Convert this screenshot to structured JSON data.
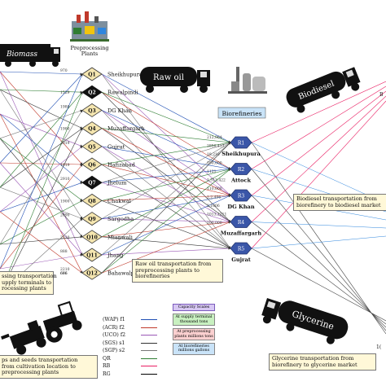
{
  "header": {
    "biomass_label": "Biomass",
    "preprocessing_label": "Preprocessing\nPlants",
    "raw_oil_label": "Raw oil",
    "biorefineries_label": "Biorefineries",
    "biodiesel_label": "Biodiesel",
    "glycerine_label": "Glycerine"
  },
  "preprocessing_nodes": [
    {
      "id": "Q1",
      "name": "Sheikhupura",
      "dark": false
    },
    {
      "id": "Q2",
      "name": "Rawalpindi",
      "dark": true
    },
    {
      "id": "Q3",
      "name": "DG Khan",
      "dark": false
    },
    {
      "id": "Q4",
      "name": "Muzaffargarh",
      "dark": false
    },
    {
      "id": "Q5",
      "name": "Gujrat",
      "dark": false
    },
    {
      "id": "Q6",
      "name": "Hafizabad",
      "dark": false
    },
    {
      "id": "Q7",
      "name": "Jhelum",
      "dark": true
    },
    {
      "id": "Q8",
      "name": "Chakwal",
      "dark": false
    },
    {
      "id": "Q9",
      "name": "Sargodha",
      "dark": false
    },
    {
      "id": "Q10",
      "name": "Mianwali",
      "dark": false
    },
    {
      "id": "Q11",
      "name": "Jhang",
      "dark": false
    },
    {
      "id": "Q12",
      "name": "Bahawalpur",
      "dark": false
    }
  ],
  "biorefinery_nodes": [
    {
      "id": "R1",
      "name": "Sheikhupura"
    },
    {
      "id": "R2",
      "name": "Attock"
    },
    {
      "id": "R3",
      "name": "DG Khan"
    },
    {
      "id": "R4",
      "name": "Muzaffargarh"
    },
    {
      "id": "R5",
      "name": "Gujrat"
    }
  ],
  "flow_values": {
    "left": [
      "970",
      "1529",
      "1980",
      "1900",
      "2019",
      "1919",
      "2910",
      "1900",
      "2090",
      "2220",
      "888",
      "696",
      "2210",
      "666"
    ],
    "right": [
      "212,064",
      "2850,413",
      "18,210",
      "100,000",
      "1121",
      "1,313,422",
      "110,000",
      "2,2,406",
      "2,1006",
      "1013,1211",
      "100,000"
    ]
  },
  "callouts": {
    "preprocessing": "ssing transportation\nupply terminals to\nrocessing plants",
    "raw_oil": "Raw oil transportation from\npreprocessing plants to\nbiorefineries",
    "biodiesel": "Biodiesel transportation from\nbiorefinery to biodiesel market",
    "seeds": "ps and seeds transportation\nfrom cultivation location to\npreprocessing plants",
    "glycerine": "Glycerine transportation from\nbiorefinery to glycerine market"
  },
  "legend": [
    {
      "label": "(WAP) f1",
      "color": "#1f4fb4"
    },
    {
      "label": "(ACR) f2",
      "color": "#c0392b"
    },
    {
      "label": "(UCO) f2",
      "color": "#9b59b6"
    },
    {
      "label": "(SGS) s1",
      "color": "#333333"
    },
    {
      "label": "(SGP) s2",
      "color": "#777777"
    },
    {
      "label": "QR",
      "color": "#2e7d32"
    },
    {
      "label": "RB",
      "color": "#e91e63"
    },
    {
      "label": "RG",
      "color": "#000000"
    }
  ],
  "scales": {
    "title": "Capacity Scales",
    "items": [
      {
        "text": "At supply terminal thousand tons",
        "color": "#c8f0c0"
      },
      {
        "text": "At preprocessing plants millions tons",
        "color": "#fbd0d0"
      },
      {
        "text": "At biorefineries millions gallons",
        "color": "#c9e3f8"
      }
    ]
  },
  "corner_marks": {
    "right_edge_top": "B",
    "right_edge_bottom": "1("
  }
}
